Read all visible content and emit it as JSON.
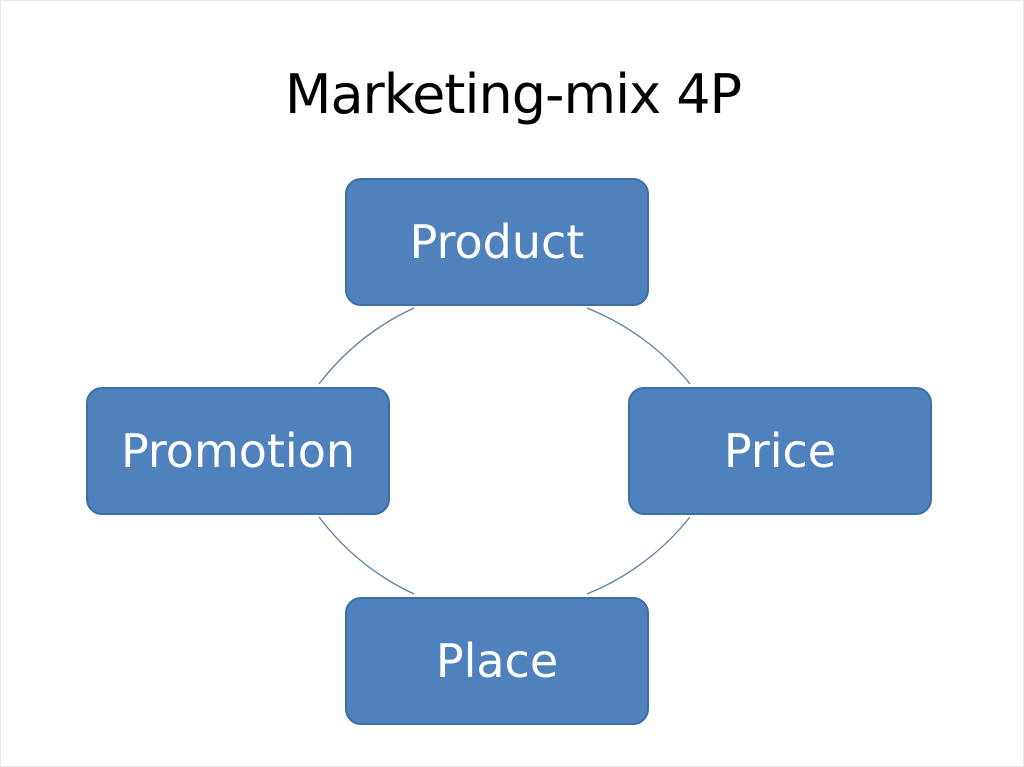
{
  "title": "Marketing-mix 4P",
  "colors": {
    "node_fill": "#4f81bd",
    "node_border": "#3f6ea6",
    "node_text": "#ffffff",
    "connector": "#5b7fa8",
    "title_text": "#000000"
  },
  "nodes": {
    "product": "Product",
    "price": "Price",
    "place": "Place",
    "promotion": "Promotion"
  }
}
